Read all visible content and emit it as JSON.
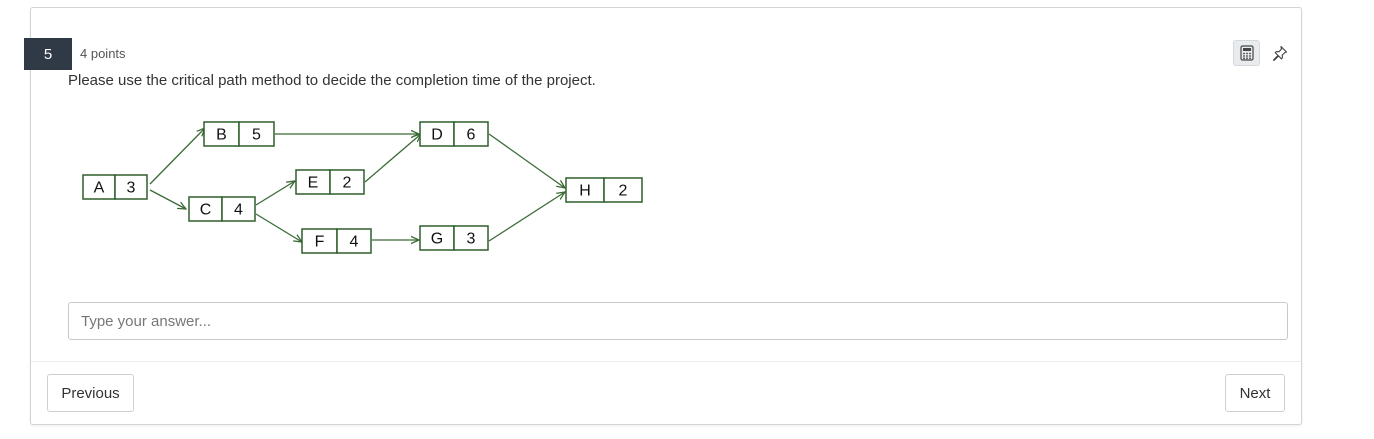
{
  "question": {
    "number": "5",
    "points": "4 points",
    "prompt": "Please use the critical path method to decide the completion time of the project."
  },
  "tools": {
    "calculator_icon": "calculator-icon",
    "pin_icon": "pin-icon"
  },
  "diagram": {
    "nodes": [
      {
        "id": "A",
        "label": "A",
        "duration": "3"
      },
      {
        "id": "B",
        "label": "B",
        "duration": "5"
      },
      {
        "id": "C",
        "label": "C",
        "duration": "4"
      },
      {
        "id": "D",
        "label": "D",
        "duration": "6"
      },
      {
        "id": "E",
        "label": "E",
        "duration": "2"
      },
      {
        "id": "F",
        "label": "F",
        "duration": "4"
      },
      {
        "id": "G",
        "label": "G",
        "duration": "3"
      },
      {
        "id": "H",
        "label": "H",
        "duration": "2"
      }
    ],
    "edges": [
      [
        "A",
        "B"
      ],
      [
        "A",
        "C"
      ],
      [
        "B",
        "D"
      ],
      [
        "C",
        "E"
      ],
      [
        "C",
        "F"
      ],
      [
        "E",
        "D"
      ],
      [
        "F",
        "G"
      ],
      [
        "D",
        "H"
      ],
      [
        "G",
        "H"
      ]
    ],
    "colors": {
      "stroke": "#2e5e2a"
    }
  },
  "answer": {
    "placeholder": "Type your answer..."
  },
  "nav": {
    "previous": "Previous",
    "next": "Next"
  }
}
